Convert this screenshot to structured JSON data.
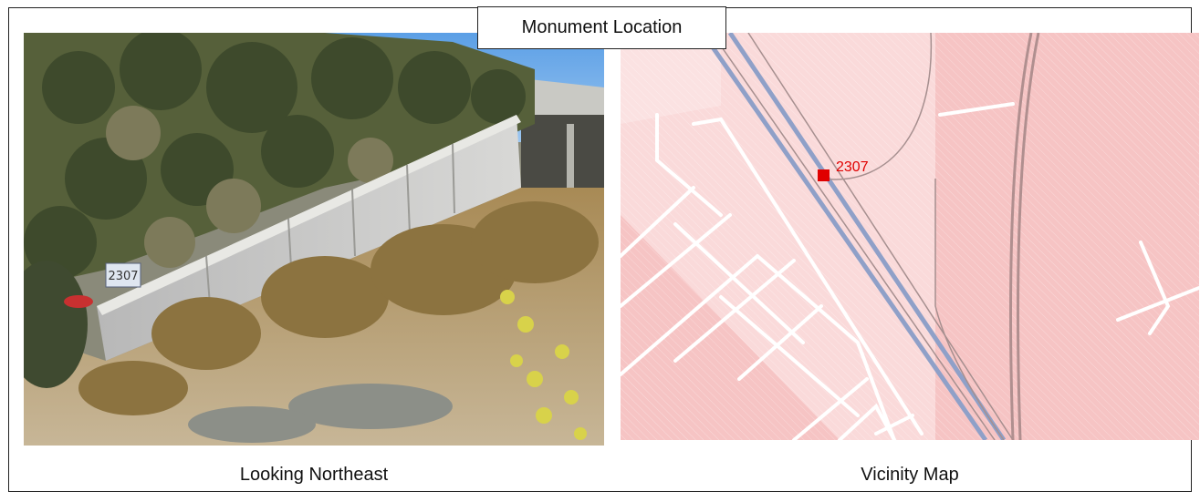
{
  "title": "Monument Location",
  "photo": {
    "caption": "Looking Northeast",
    "sign_text": "2307"
  },
  "map": {
    "caption": "Vicinity Map",
    "marker_label": "2307",
    "marker_color": "#e00000",
    "background_color": "#f6c4c4",
    "road_color": "#ffffff",
    "rail_color": "#8fa0c8"
  }
}
